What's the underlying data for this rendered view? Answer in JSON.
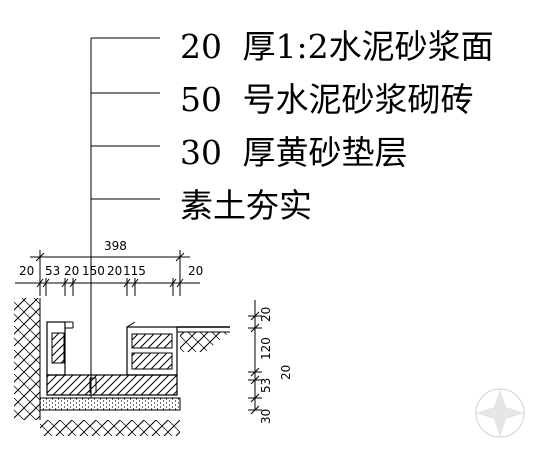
{
  "layers": [
    {
      "thickness": "20",
      "material": "厚1:2水泥砂浆面"
    },
    {
      "thickness": "50",
      "material": "号水泥砂浆砌砖"
    },
    {
      "thickness": "30",
      "material": "厚黄砂垫层"
    },
    {
      "thickness": "",
      "material": "素土夯实"
    }
  ],
  "dimensions": {
    "total": "398",
    "segments": [
      "20",
      "53",
      "20",
      "150",
      "20",
      "115",
      "20"
    ],
    "vertical_upper": [
      "20",
      "120"
    ],
    "vertical_lower": [
      "53",
      "20",
      "30"
    ]
  }
}
